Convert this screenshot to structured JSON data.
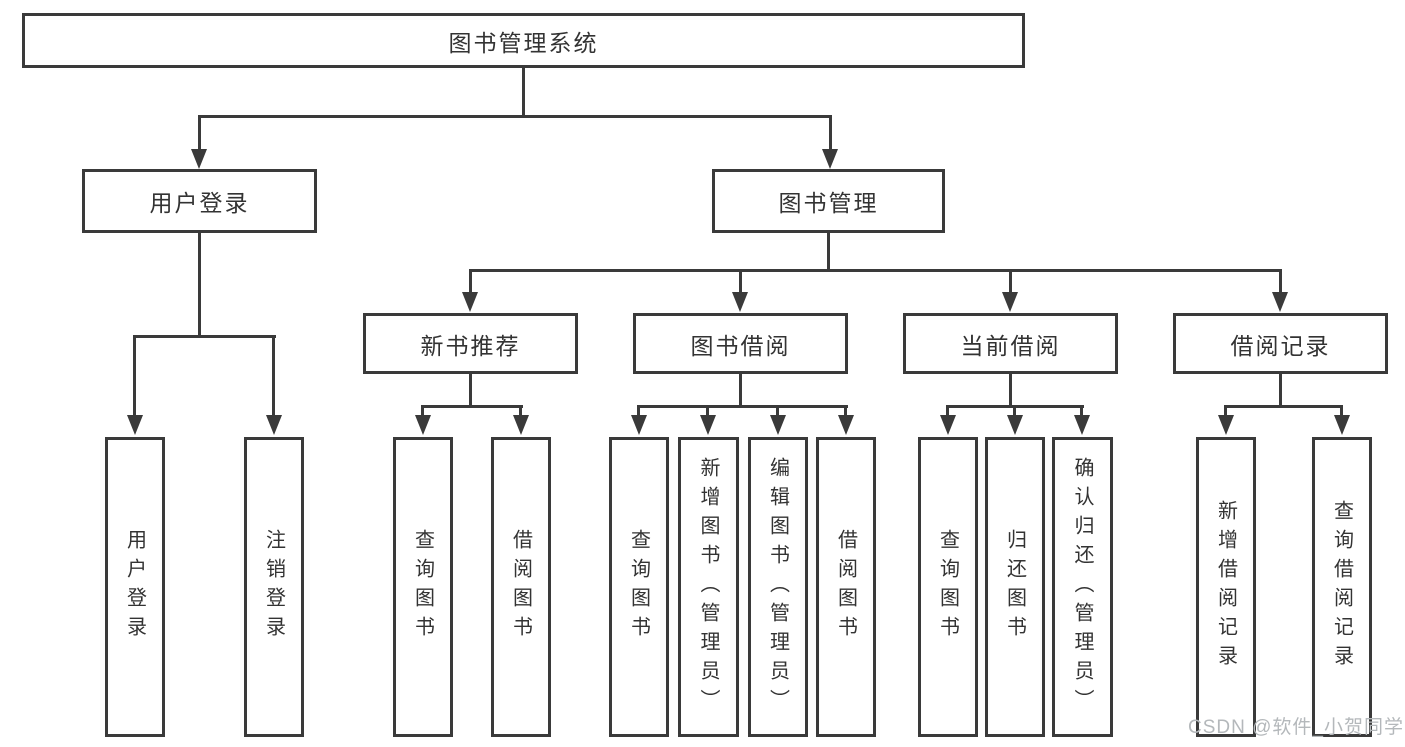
{
  "colors": {
    "line": "#3a3a3a",
    "text": "#333333",
    "background": "#ffffff",
    "watermark": "#b4b8bb"
  },
  "watermark": {
    "text": "CSDN @软件_小贺同学"
  },
  "tree": {
    "root": {
      "label": "图书管理系统",
      "children": [
        {
          "label": "用户登录",
          "children": [
            {
              "label": "用户登录"
            },
            {
              "label": "注销登录"
            }
          ]
        },
        {
          "label": "图书管理",
          "children": [
            {
              "label": "新书推荐",
              "children": [
                {
                  "label": "查询图书"
                },
                {
                  "label": "借阅图书"
                }
              ]
            },
            {
              "label": "图书借阅",
              "children": [
                {
                  "label": "查询图书"
                },
                {
                  "label": "新增图书（管理员）"
                },
                {
                  "label": "编辑图书（管理员）"
                },
                {
                  "label": "借阅图书"
                }
              ]
            },
            {
              "label": "当前借阅",
              "children": [
                {
                  "label": "查询图书"
                },
                {
                  "label": "归还图书"
                },
                {
                  "label": "确认归还（管理员）"
                }
              ]
            },
            {
              "label": "借阅记录",
              "children": [
                {
                  "label": "新增借阅记录"
                },
                {
                  "label": "查询借阅记录"
                }
              ]
            }
          ]
        }
      ]
    }
  }
}
